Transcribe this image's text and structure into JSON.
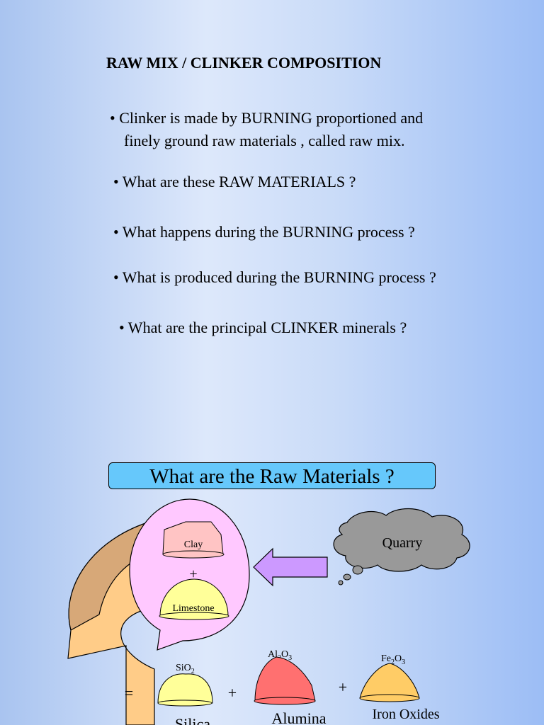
{
  "slide": {
    "title": "RAW MIX / CLINKER COMPOSITION",
    "bullets": [
      "• Clinker is made by BURNING proportioned and",
      "finely ground raw materials , called raw mix.",
      "• What are these RAW MATERIALS ?",
      "• What happens during the BURNING process ?",
      "• What is produced during the BURNING process ?",
      "• What are the principal CLINKER minerals ?"
    ]
  },
  "diagram": {
    "heading": "What are the Raw Materials ?",
    "quarry": "Quarry",
    "clay": "Clay",
    "limestone": "Limestone",
    "plus": "+",
    "equals": "=",
    "silica_formula": "SiO",
    "silica_sub": "2",
    "silica_name": "Silica",
    "alumina_formula_a": "Al",
    "alumina_sub_a": "2",
    "alumina_formula_b": "O",
    "alumina_sub_b": "3",
    "alumina_name": "Alumina",
    "iron_formula_a": "Fe",
    "iron_sub_a": "2",
    "iron_formula_b": "O",
    "iron_sub_b": "3",
    "iron_name": "Iron Oxides",
    "colors": {
      "heading_box": "#66c8fb",
      "bubble": "#ffc8ff",
      "clay": "#ffc4c4",
      "limestone": "#ffff99",
      "alumina": "#ff7070",
      "iron": "#ffcc66",
      "arrow": "#cc99ff",
      "cloud": "#999999",
      "curve_arrow": "#ffcc88"
    }
  }
}
